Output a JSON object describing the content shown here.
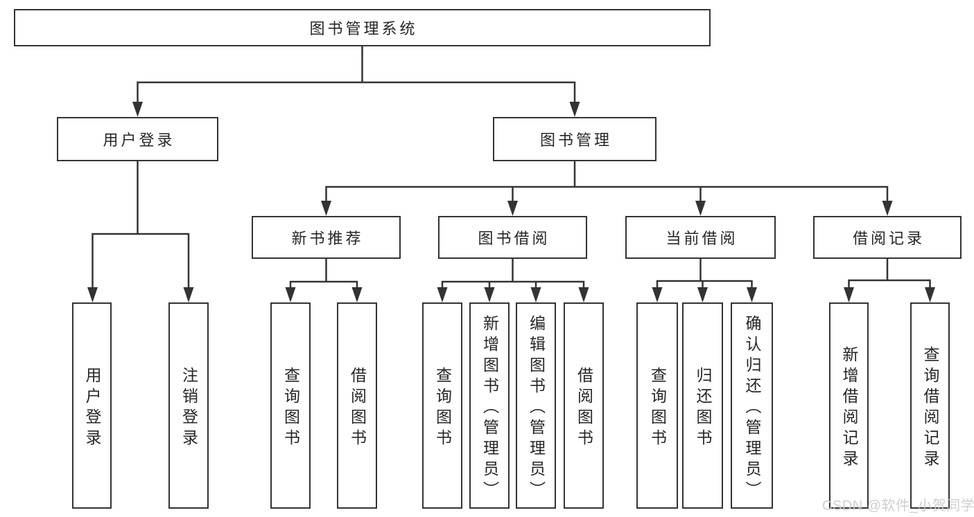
{
  "tree": {
    "root": "图书管理系统",
    "children": [
      {
        "label": "用户登录",
        "leaves": [
          "用户登录",
          "注销登录"
        ]
      },
      {
        "label": "图书管理",
        "children": [
          {
            "label": "新书推荐",
            "leaves": [
              "查询图书",
              "借阅图书"
            ]
          },
          {
            "label": "图书借阅",
            "leaves": [
              "查询图书",
              "新增图书（管理员）",
              "编辑图书（管理员）",
              "借阅图书"
            ]
          },
          {
            "label": "当前借阅",
            "leaves": [
              "查询图书",
              "归还图书",
              "确认归还（管理员）"
            ]
          },
          {
            "label": "借阅记录",
            "leaves": [
              "新增借阅记录",
              "查询借阅记录"
            ]
          }
        ]
      }
    ]
  },
  "watermark": {
    "text": "CSDN @软件_小贺同学"
  },
  "colors": {
    "line": "#333333",
    "border": "#333333",
    "text": "#262626",
    "background": "#ffffff",
    "watermark": "#c9c9c9"
  }
}
